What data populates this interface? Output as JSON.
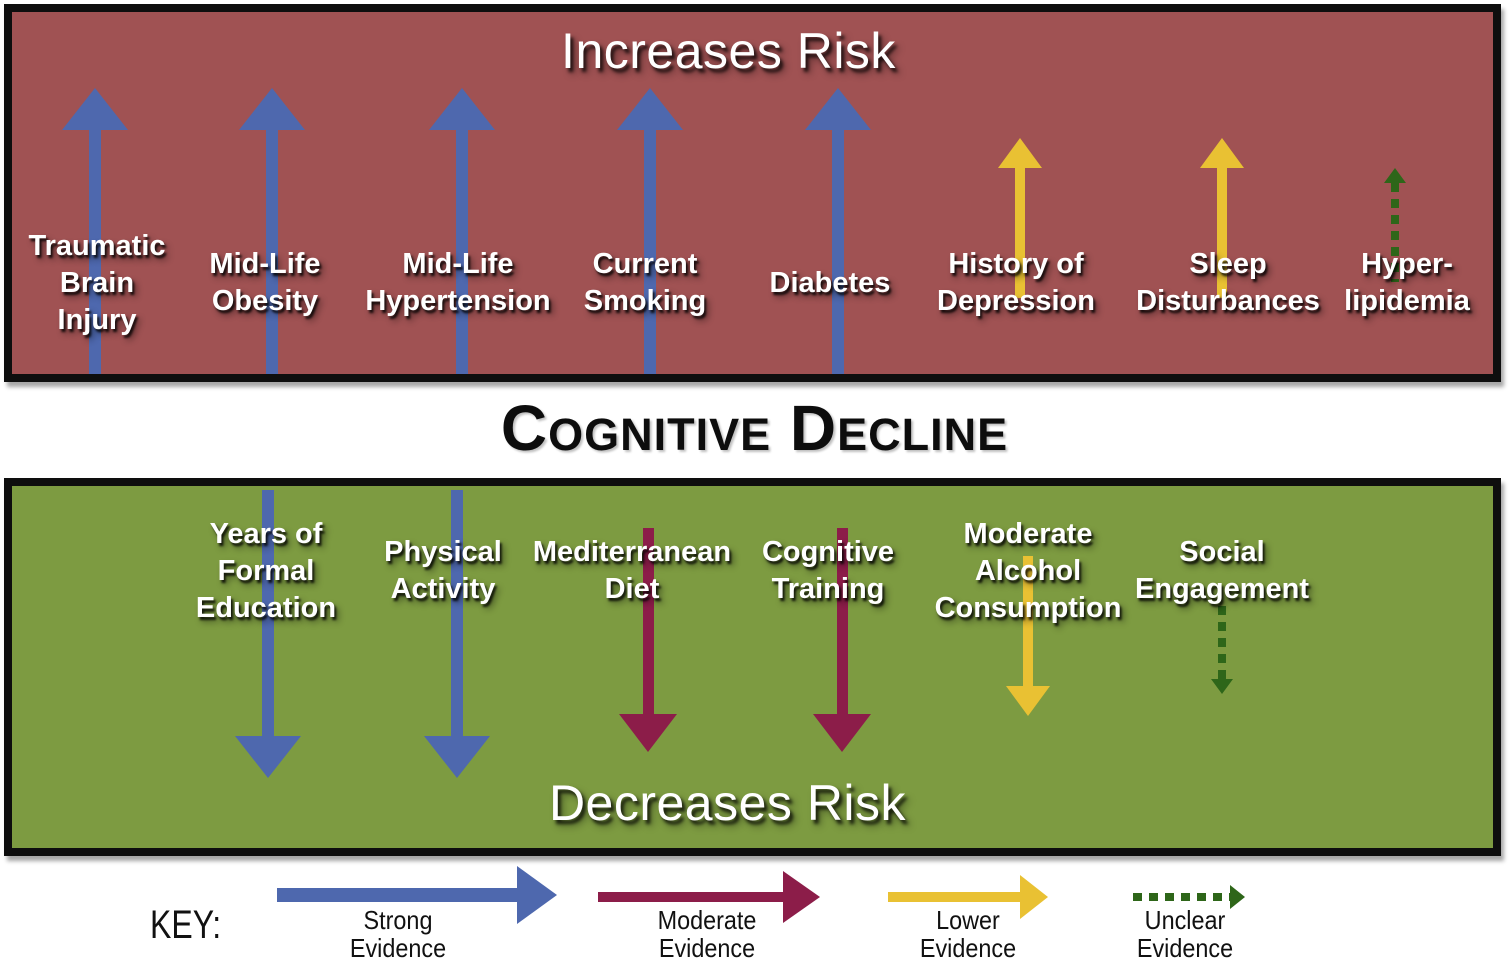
{
  "top_panel": {
    "title": "Increases Risk",
    "items": [
      {
        "label": "Traumatic Brain Injury",
        "lines": [
          "Traumatic",
          "Brain",
          "Injury"
        ],
        "evidence": "strong"
      },
      {
        "label": "Mid-Life Obesity",
        "lines": [
          "Mid-Life",
          "Obesity"
        ],
        "evidence": "strong"
      },
      {
        "label": "Mid-Life Hypertension",
        "lines": [
          "Mid-Life",
          "Hypertension"
        ],
        "evidence": "strong"
      },
      {
        "label": "Current Smoking",
        "lines": [
          "Current",
          "Smoking"
        ],
        "evidence": "strong"
      },
      {
        "label": "Diabetes",
        "lines": [
          "Diabetes"
        ],
        "evidence": "strong"
      },
      {
        "label": "History of Depression",
        "lines": [
          "History of",
          "Depression"
        ],
        "evidence": "lower"
      },
      {
        "label": "Sleep Disturbances",
        "lines": [
          "Sleep",
          "Disturbances"
        ],
        "evidence": "lower"
      },
      {
        "label": "Hyper-lipidemia",
        "lines": [
          "Hyper-",
          "lipidemia"
        ],
        "evidence": "unclear"
      }
    ]
  },
  "center_title": "Cognitive Decline",
  "bottom_panel": {
    "title": "Decreases Risk",
    "items": [
      {
        "label": "Years of Formal Education",
        "lines": [
          "Years of",
          "Formal",
          "Education"
        ],
        "evidence": "strong"
      },
      {
        "label": "Physical Activity",
        "lines": [
          "Physical",
          "Activity"
        ],
        "evidence": "strong"
      },
      {
        "label": "Mediterranean Diet",
        "lines": [
          "Mediterranean",
          "Diet"
        ],
        "evidence": "moderate"
      },
      {
        "label": "Cognitive Training",
        "lines": [
          "Cognitive",
          "Training"
        ],
        "evidence": "moderate"
      },
      {
        "label": "Moderate Alcohol Consumption",
        "lines": [
          "Moderate",
          "Alcohol",
          "Consumption"
        ],
        "evidence": "lower"
      },
      {
        "label": "Social Engagement",
        "lines": [
          "Social",
          "Engagement"
        ],
        "evidence": "unclear"
      }
    ]
  },
  "key": {
    "label": "KEY:",
    "entries": [
      {
        "label": "Strong Evidence",
        "lines": [
          "Strong",
          "Evidence"
        ],
        "evidence": "strong"
      },
      {
        "label": "Moderate Evidence",
        "lines": [
          "Moderate",
          "Evidence"
        ],
        "evidence": "moderate"
      },
      {
        "label": "Lower Evidence",
        "lines": [
          "Lower",
          "Evidence"
        ],
        "evidence": "lower"
      },
      {
        "label": "Unclear Evidence",
        "lines": [
          "Unclear",
          "Evidence"
        ],
        "evidence": "unclear"
      }
    ]
  },
  "colors": {
    "strong_evidence": "#4e68ae",
    "moderate_evidence": "#8c1d49",
    "lower_evidence": "#e9c133",
    "unclear_evidence": "#2e6619",
    "increases_panel_bg": "#a05253",
    "decreases_panel_bg": "#7d9b41",
    "panel_border": "#0e0e0e",
    "panel_text": "#ffffff",
    "title_text": "#0d0d0d"
  }
}
